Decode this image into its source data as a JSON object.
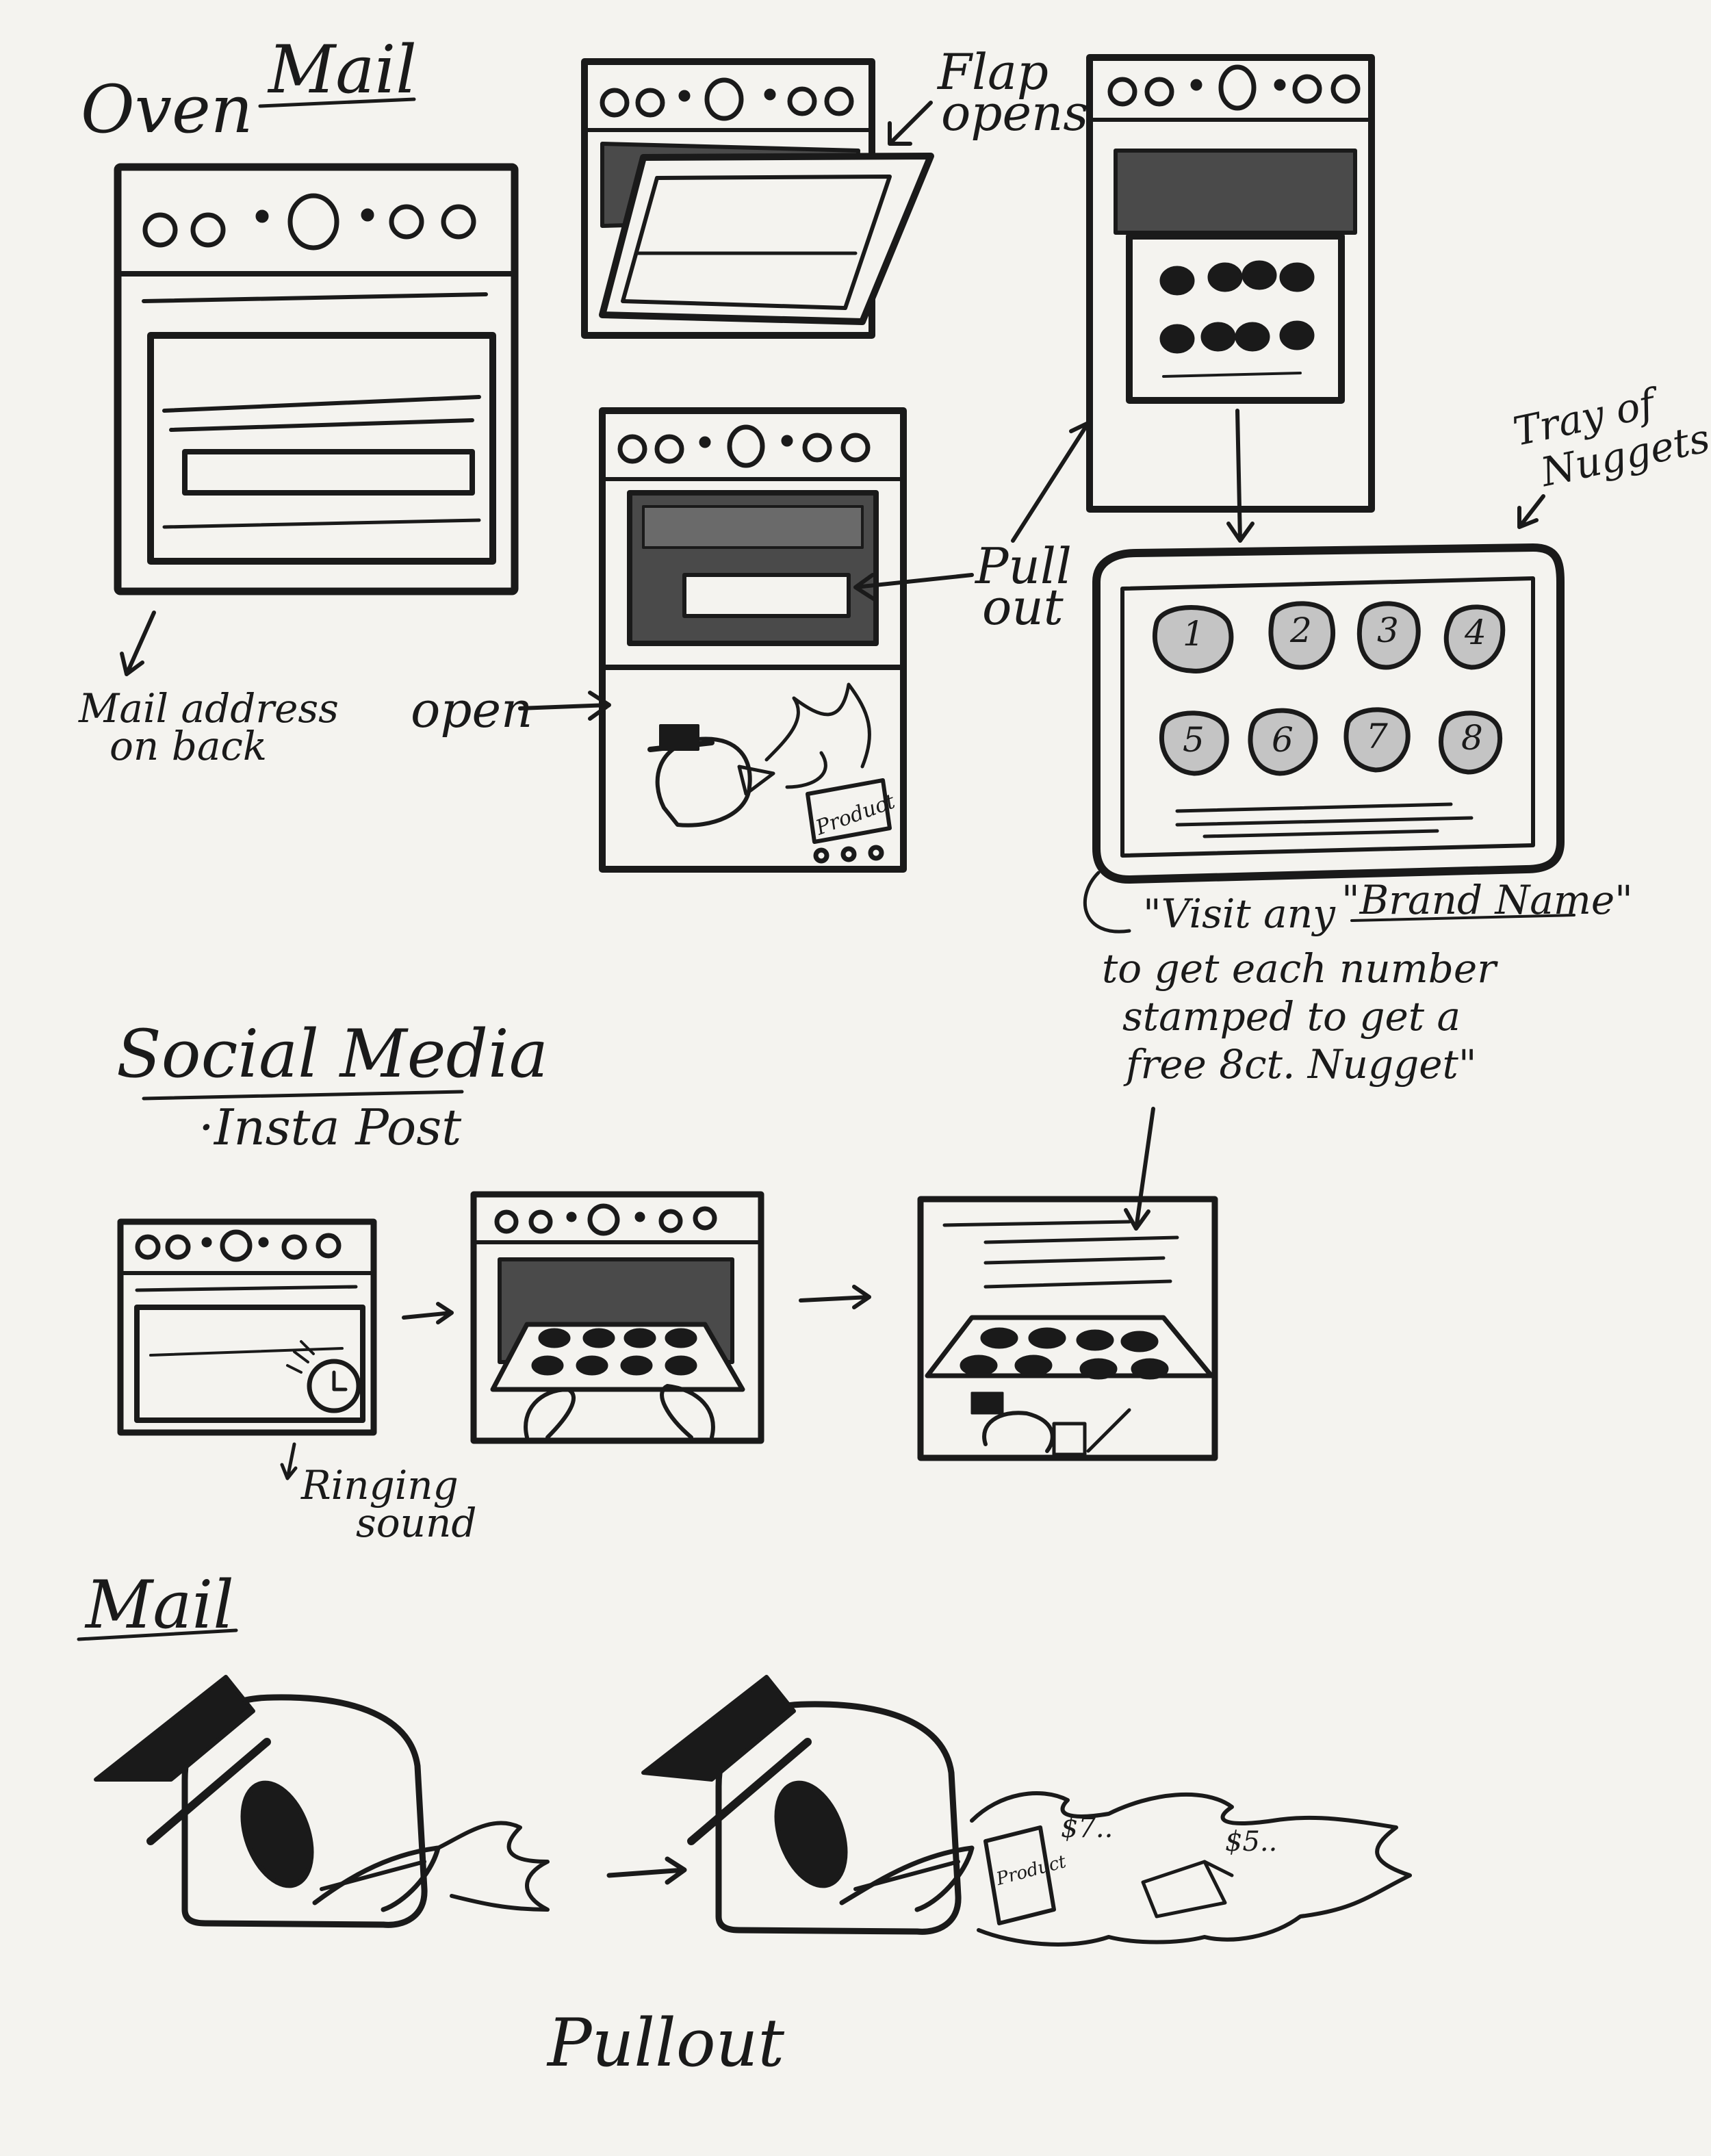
{
  "labels": {
    "oven": "Oven",
    "mail_top": "Mail",
    "flap_opens_1": "Flap",
    "flap_opens_2": "opens",
    "pull_out_1": "Pull",
    "pull_out_2": "out",
    "open": "open",
    "mail_address_1": "Mail address",
    "mail_address_2": "on back",
    "tray_of_1": "Tray of",
    "tray_of_2": "Nuggets",
    "quote_1a": "\"Visit any ",
    "quote_1b": "\"Brand Name\"",
    "quote_2": "to get each number",
    "quote_3": "stamped to get a",
    "quote_4": "free 8ct. Nugget\"",
    "social_media": "Social Media",
    "insta_post": "·Insta Post",
    "ringing_1": "Ringing",
    "ringing_2": "sound",
    "mail_bottom": "Mail",
    "pullout": "Pullout",
    "product_1": "Product",
    "product_2": "Product",
    "price_1": "$7..",
    "price_2": "$5.."
  },
  "tray_numbers": [
    "1",
    "2",
    "3",
    "4",
    "5",
    "6",
    "7",
    "8"
  ],
  "icons": [
    "oven-icon",
    "tray-icon",
    "alarm-clock-icon",
    "chicken-mascot-icon",
    "flame-icon",
    "hand-icon",
    "arrow-icon"
  ]
}
